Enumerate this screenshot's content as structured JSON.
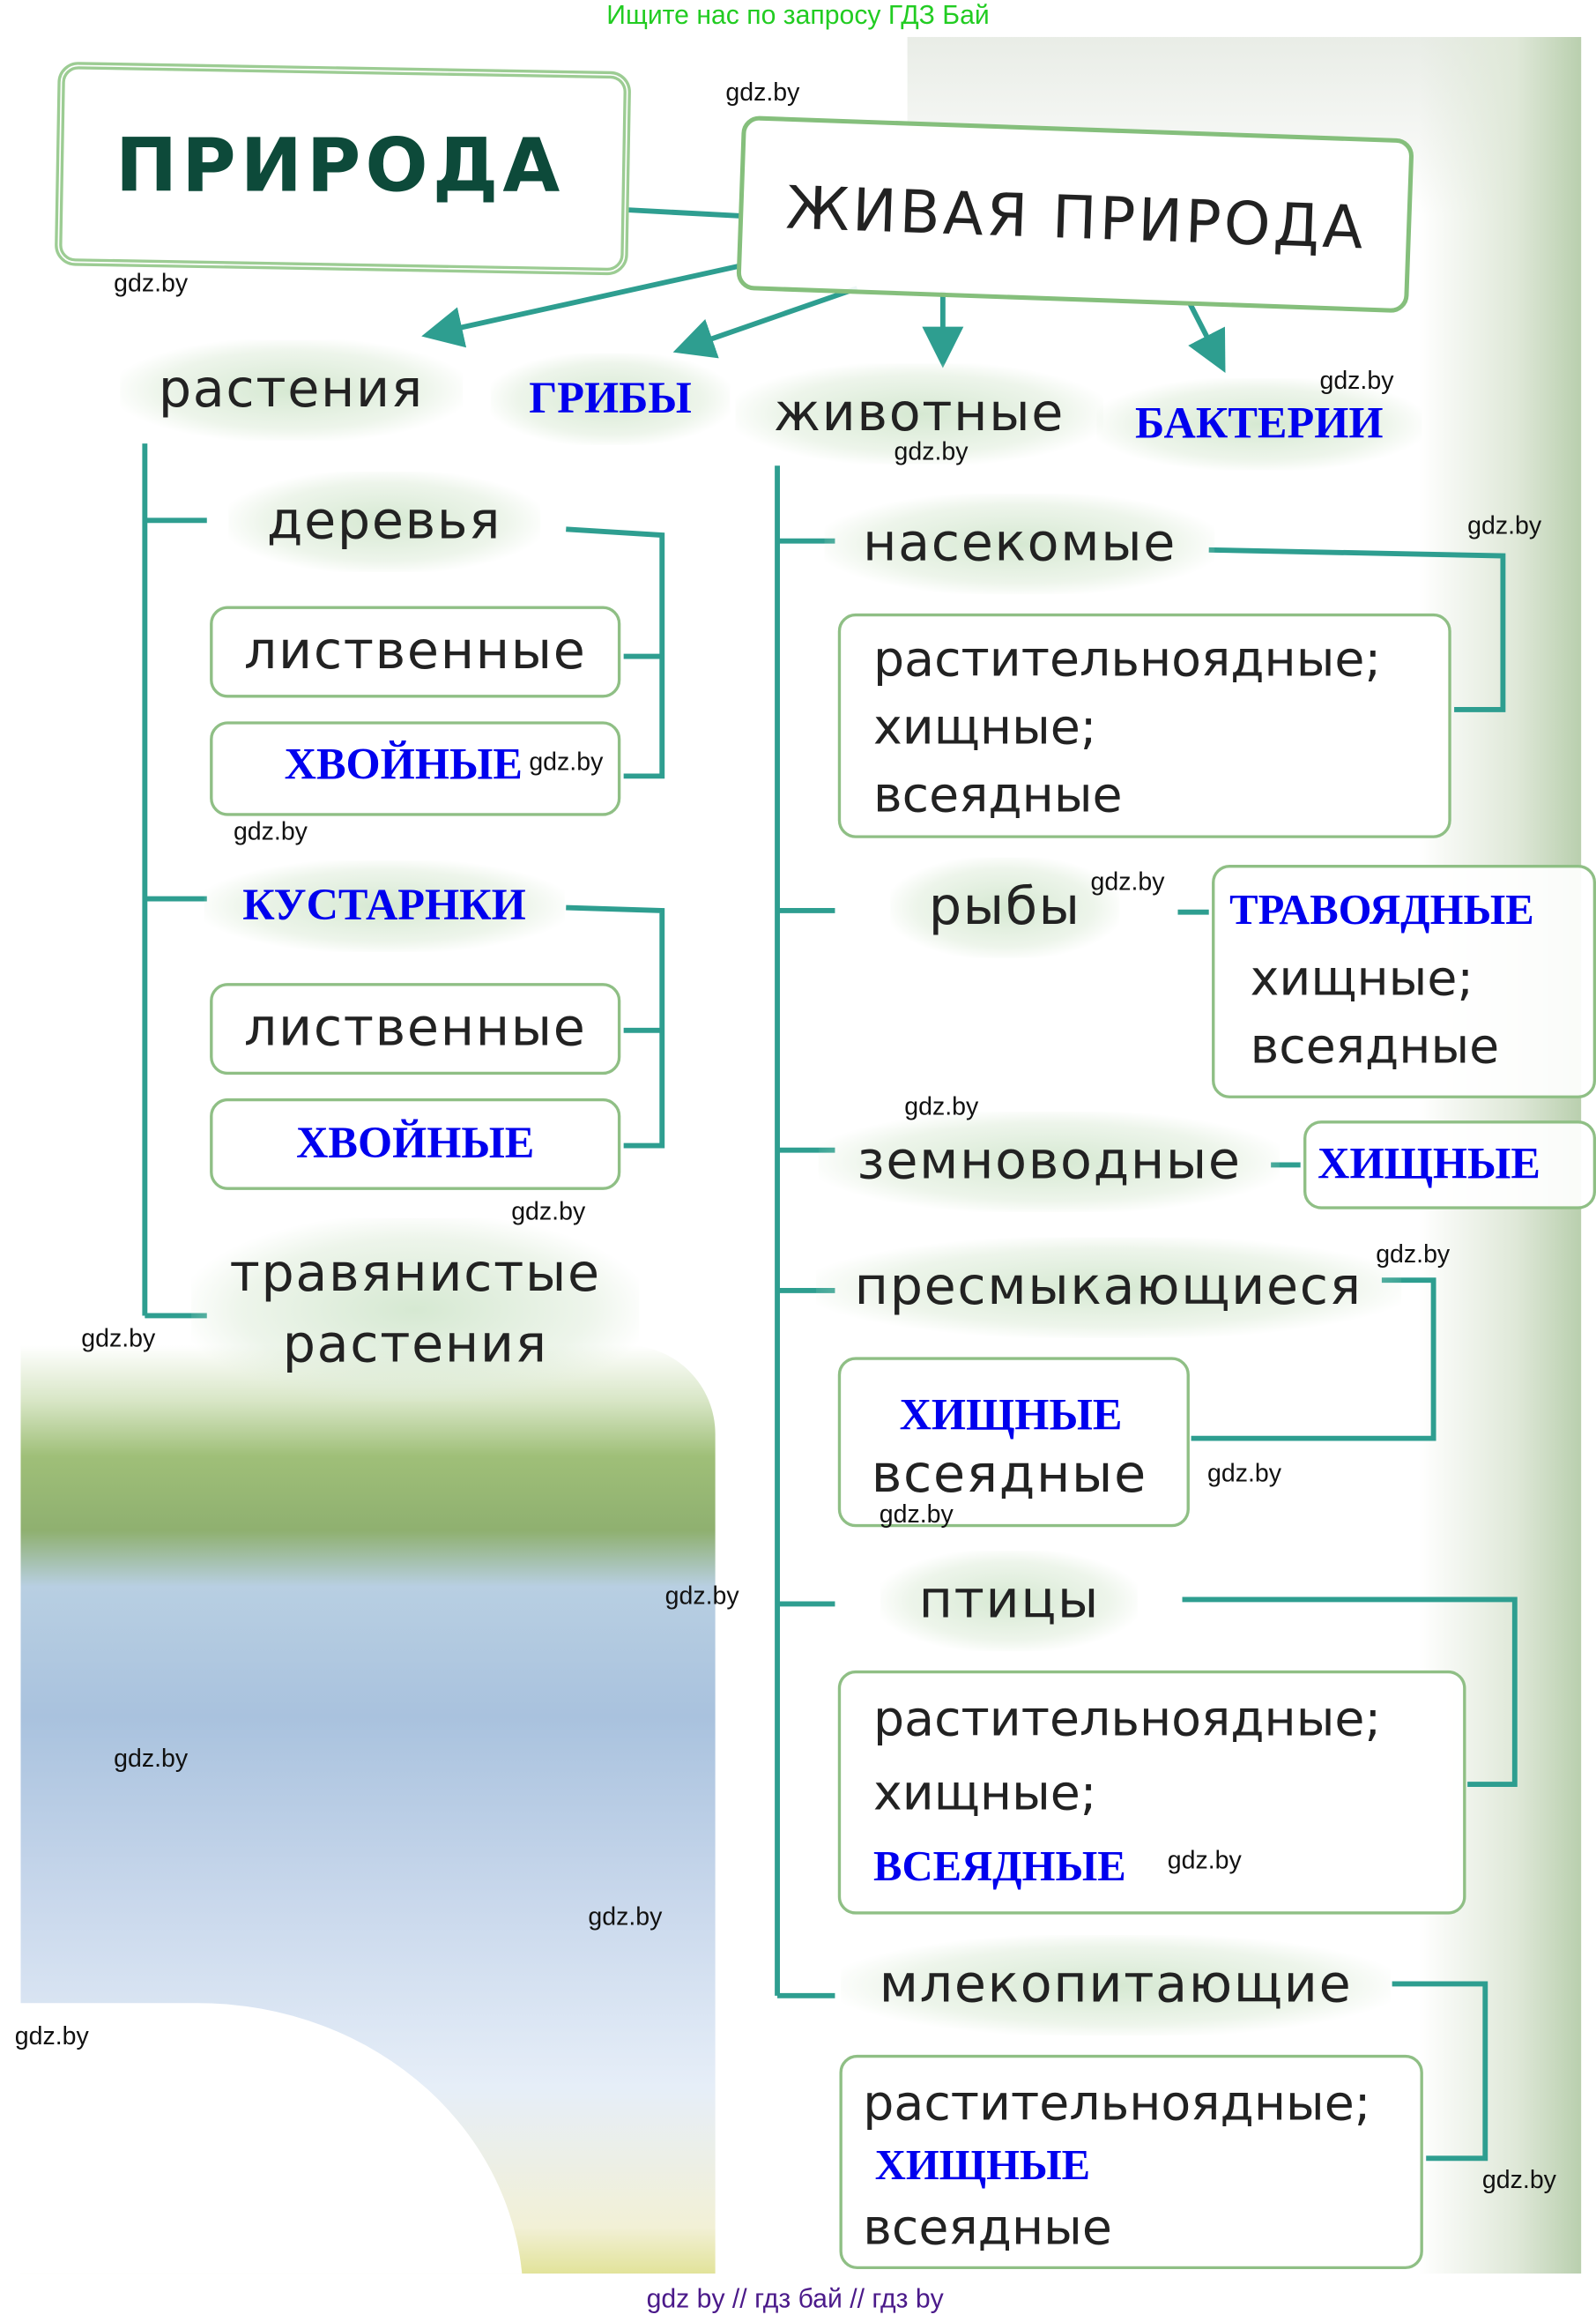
{
  "header_banner": "Ищите нас по запросу ГДЗ Бай",
  "footer_banner": "gdz by  //  гдз бай  //  гдз by",
  "colors": {
    "connector": "#2e9e90",
    "box_border": "#8fbf85",
    "answer_text": "#0000ee",
    "banner_top": "#22cc22",
    "banner_bottom": "#4b1a8a"
  },
  "root": "ПРИРОДА",
  "living": "ЖИВАЯ ПРИРОДА",
  "kingdoms": {
    "plants": "растения",
    "fungi": "ГРИБЫ",
    "animals": "животные",
    "bacteria": "БАКТЕРИИ"
  },
  "plants": {
    "trees": {
      "label": "деревья",
      "sub": [
        "лиственные",
        "ХВОЙНЫЕ"
      ]
    },
    "shrubs": {
      "label": "КУСТАРНКИ",
      "sub": [
        "лиственные",
        "ХВОЙНЫЕ"
      ]
    },
    "herbs": {
      "line1": "травянистые",
      "line2": "растения"
    }
  },
  "animals": {
    "insects": {
      "label": "насекомые",
      "lines": [
        "растительноядные;",
        "хищные;",
        "всеядные"
      ]
    },
    "fish": {
      "label": "рыбы",
      "lines": [
        "ТРАВОЯДНЫЕ",
        "хищные;",
        "всеядные"
      ]
    },
    "amphibians": {
      "label": "земноводные",
      "lines": [
        "ХИЩНЫЕ"
      ]
    },
    "reptiles": {
      "label": "пресмыкающиеся",
      "lines": [
        "ХИЩНЫЕ",
        "всеядные"
      ]
    },
    "birds": {
      "label": "птицы",
      "lines": [
        "растительноядные;",
        "хищные;",
        "ВСЕЯДНЫЕ"
      ]
    },
    "mammals": {
      "label": "млекопитающие",
      "lines": [
        "растительноядные;",
        "ХИЩНЫЕ",
        "всеядные"
      ]
    }
  },
  "watermark": "gdz.by"
}
